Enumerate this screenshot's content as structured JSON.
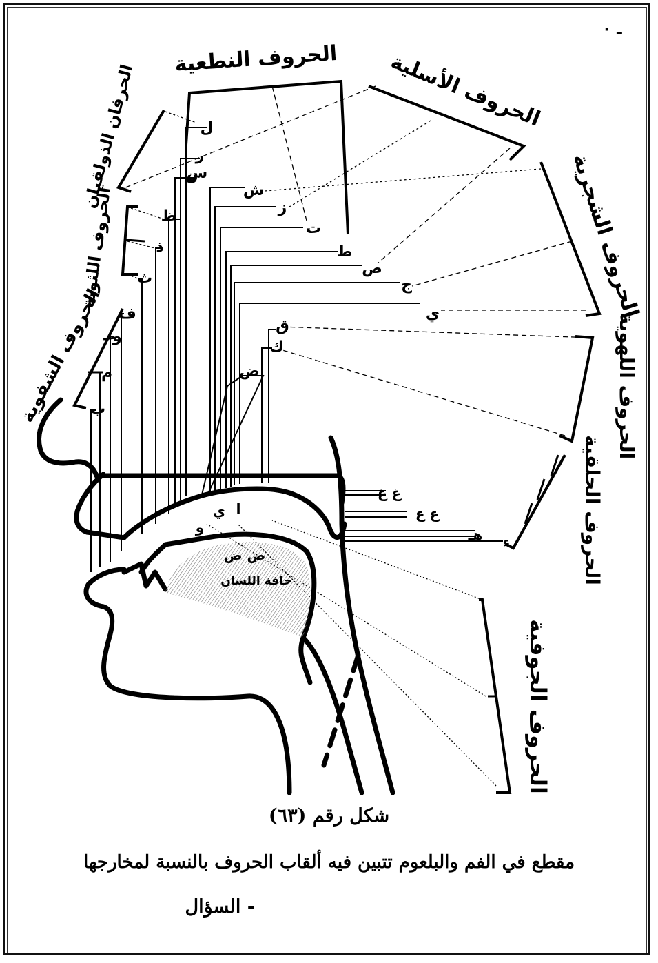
{
  "corner_mark": "ـ ٠",
  "groups": {
    "nit_iyyah": "الحروف النطعية",
    "asaliyyah": "الحروف الأسلية",
    "shajariyyah": "الحروف الشجرية",
    "lahawiyyah": "الحروف اللهوية",
    "halqiyyah": "الحروف الحلقية",
    "jawfiyyah": "الحروف الجوفية",
    "dhawlaqiyyah": "الحرفان الذولقيان",
    "lithawiyyah": "الحروف اللثوية",
    "shafawiyyah": "الحروف الشفوية"
  },
  "letters": {
    "lam": "ل",
    "ra": "ر",
    "nun": "ن",
    "zha": "ظ",
    "dhal": "ذ",
    "tha": "ث",
    "shin": "ش",
    "zay": "ز",
    "ta_upper": "ت",
    "ta_emph": "ط",
    "sin": "س",
    "sad": "ص",
    "jim": "ج",
    "ya": "ي",
    "qaf": "ق",
    "kaf": "ك",
    "dad": "ض",
    "fa": "ف",
    "waw": "و",
    "mim": "م",
    "ba": "ب",
    "ghayn": "غ",
    "ayn": "ع",
    "ha": "هـ",
    "hamza": "ء",
    "alif_mark": "ا",
    "waw_mark": "و",
    "ya_mark": "ي",
    "throat_pair": "غ غ",
    "ayn_pair": "ع ع",
    "tongue_label": "ض ض",
    "tongue_caption": "حافة اللسان"
  },
  "caption": {
    "figure_number": "شكل رقم (٦٣)",
    "description": "مقطع في الفم والبلعوم تتبين فيه ألقاب الحروف بالنسبة لمخارجها",
    "question": "- السؤال"
  }
}
